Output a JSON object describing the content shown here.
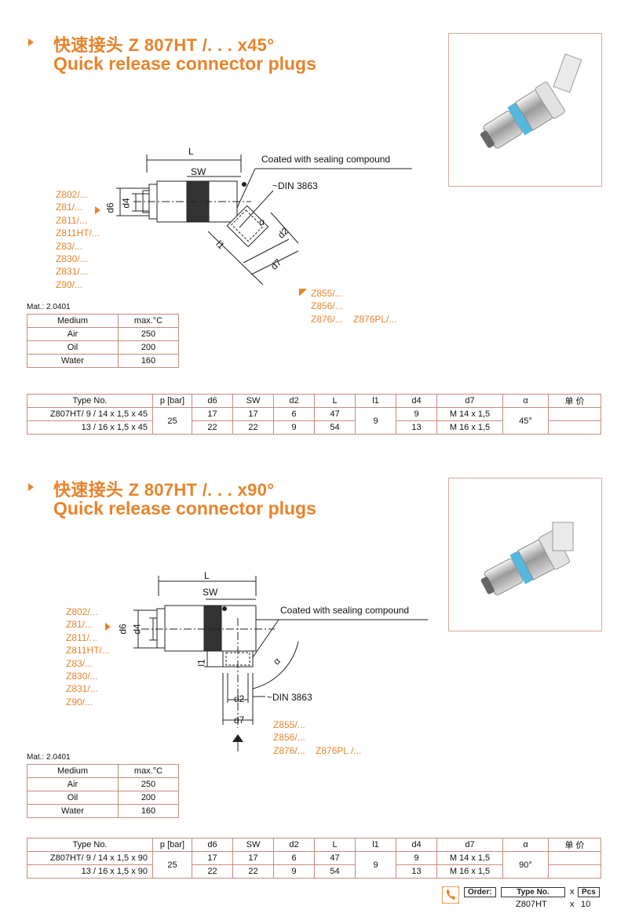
{
  "sections": [
    {
      "title_cn": "快速接头 Z 807HT /. . .  x45°",
      "title_en": "Quick release connector plugs",
      "coating_note": "Coated with sealing compound",
      "din": "~DIN 3863",
      "labels": {
        "L": "L",
        "SW": "SW",
        "d6": "d6",
        "d4": "d4",
        "l1": "l1",
        "alpha": "α",
        "d2": "d2",
        "d7": "d7"
      },
      "left_models": [
        "Z802/...",
        "Z81/...",
        "Z811/...",
        "Z811HT/...",
        "Z83/...",
        "Z830/...",
        "Z831/...",
        "Z90/..."
      ],
      "right_models": [
        "Z855/...",
        "Z856/...",
        "Z876/...    Z876PL/..."
      ],
      "mat": "Mat.: 2.0401",
      "medium_table": {
        "headers": [
          "Medium",
          "max.°C"
        ],
        "rows": [
          [
            "Air",
            "250"
          ],
          [
            "Oil",
            "200"
          ],
          [
            "Water",
            "160"
          ]
        ]
      },
      "spec_table": {
        "headers": [
          "Type No.",
          "p [bar]",
          "d6",
          "SW",
          "d2",
          "L",
          "l1",
          "d4",
          "d7",
          "α",
          "单 价"
        ],
        "rows": [
          {
            "type": "Z807HT/ 9 / 14 x 1,5 x 45",
            "d6": "17",
            "sw": "17",
            "d2": "6",
            "L": "47",
            "d4": "9",
            "d7": "M 14 x 1,5"
          },
          {
            "type": "13 / 16 x 1,5 x 45",
            "d6": "22",
            "sw": "22",
            "d2": "9",
            "L": "54",
            "d4": "13",
            "d7": "M 16 x 1,5"
          }
        ],
        "p": "25",
        "l1": "9",
        "alpha": "45°"
      }
    },
    {
      "title_cn": "快速接头 Z 807HT /. . .  x90°",
      "title_en": "Quick release connector plugs",
      "coating_note": "Coated with sealing compound",
      "din": "~DIN 3863",
      "labels": {
        "L": "L",
        "SW": "SW",
        "d6": "d6",
        "d4": "d4",
        "l1": "l1",
        "alpha": "α",
        "d2": "d2",
        "d7": "d7"
      },
      "left_models": [
        "Z802/...",
        "Z81/...",
        "Z811/...",
        "Z811HT/...",
        "Z83/...",
        "Z830/...",
        "Z831/...",
        "Z90/..."
      ],
      "right_models": [
        "Z855/...",
        "Z856/...",
        "Z876/...    Z876PL /..."
      ],
      "mat": "Mat.: 2.0401",
      "medium_table": {
        "headers": [
          "Medium",
          "max.°C"
        ],
        "rows": [
          [
            "Air",
            "250"
          ],
          [
            "Oil",
            "200"
          ],
          [
            "Water",
            "160"
          ]
        ]
      },
      "spec_table": {
        "headers": [
          "Type No.",
          "p [bar]",
          "d6",
          "SW",
          "d2",
          "L",
          "l1",
          "d4",
          "d7",
          "α",
          "单 价"
        ],
        "rows": [
          {
            "type": "Z807HT/ 9 / 14 x 1,5 x 90",
            "d6": "17",
            "sw": "17",
            "d2": "6",
            "L": "47",
            "d4": "9",
            "d7": "M 14 x 1,5"
          },
          {
            "type": "13 / 16 x 1,5 x 90",
            "d6": "22",
            "sw": "22",
            "d2": "9",
            "L": "54",
            "d4": "13",
            "d7": "M 16 x 1,5"
          }
        ],
        "p": "25",
        "l1": "9",
        "alpha": "90°"
      }
    }
  ],
  "order": {
    "order_label": "Order:",
    "type_label": "Type No.",
    "x": "x",
    "pcs_label": "Pcs",
    "type_value": "Z807HT",
    "qty": "10"
  },
  "colors": {
    "accent": "#e8832a",
    "rule": "#c98a7e",
    "band": "#4fb3d9"
  }
}
